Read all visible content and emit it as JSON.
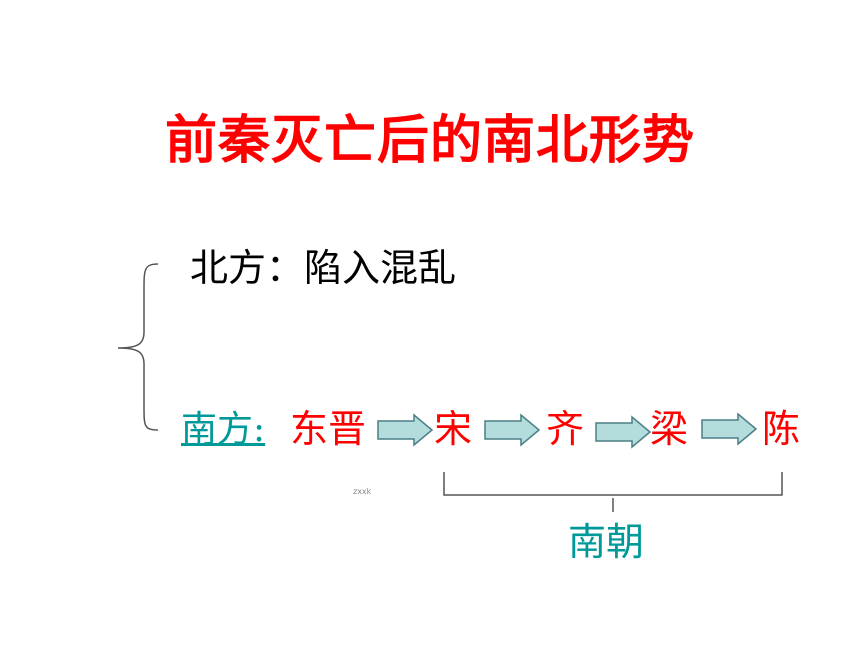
{
  "slide": {
    "title": "前秦灭亡后的南北形势",
    "north_text": "北方：陷入混乱",
    "south_label": "南方:",
    "dynasties": [
      "东晋",
      "宋",
      "齐",
      "梁",
      "陈"
    ],
    "watermark": "zxxk",
    "bracket_label": "南朝",
    "arrow_icon": "right-arrow-icon",
    "brace_icon": "left-curly-brace-icon",
    "colors": {
      "title": "#ff0000",
      "north": "#000000",
      "south_label": "#009999",
      "dynasty": "#ff0000",
      "bracket_label": "#009999",
      "arrow_fill": "#b4dcdc",
      "arrow_stroke": "#4a7f86"
    }
  }
}
